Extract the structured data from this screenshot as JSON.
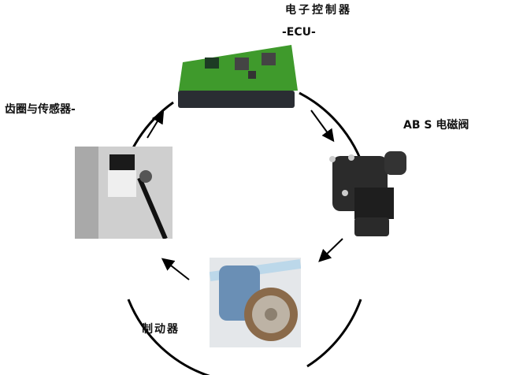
{
  "labels": {
    "ecu_cn": "电子控制器",
    "ecu_en": "-ECU-",
    "sensor": "齿圈与传感器-",
    "valve": "AB S 电磁阀",
    "brake": "制动器"
  },
  "colors": {
    "pcb": "#3f9a2c",
    "valve": "#2b2b2b",
    "brake": "#6a8fb5",
    "line": "#000000"
  }
}
